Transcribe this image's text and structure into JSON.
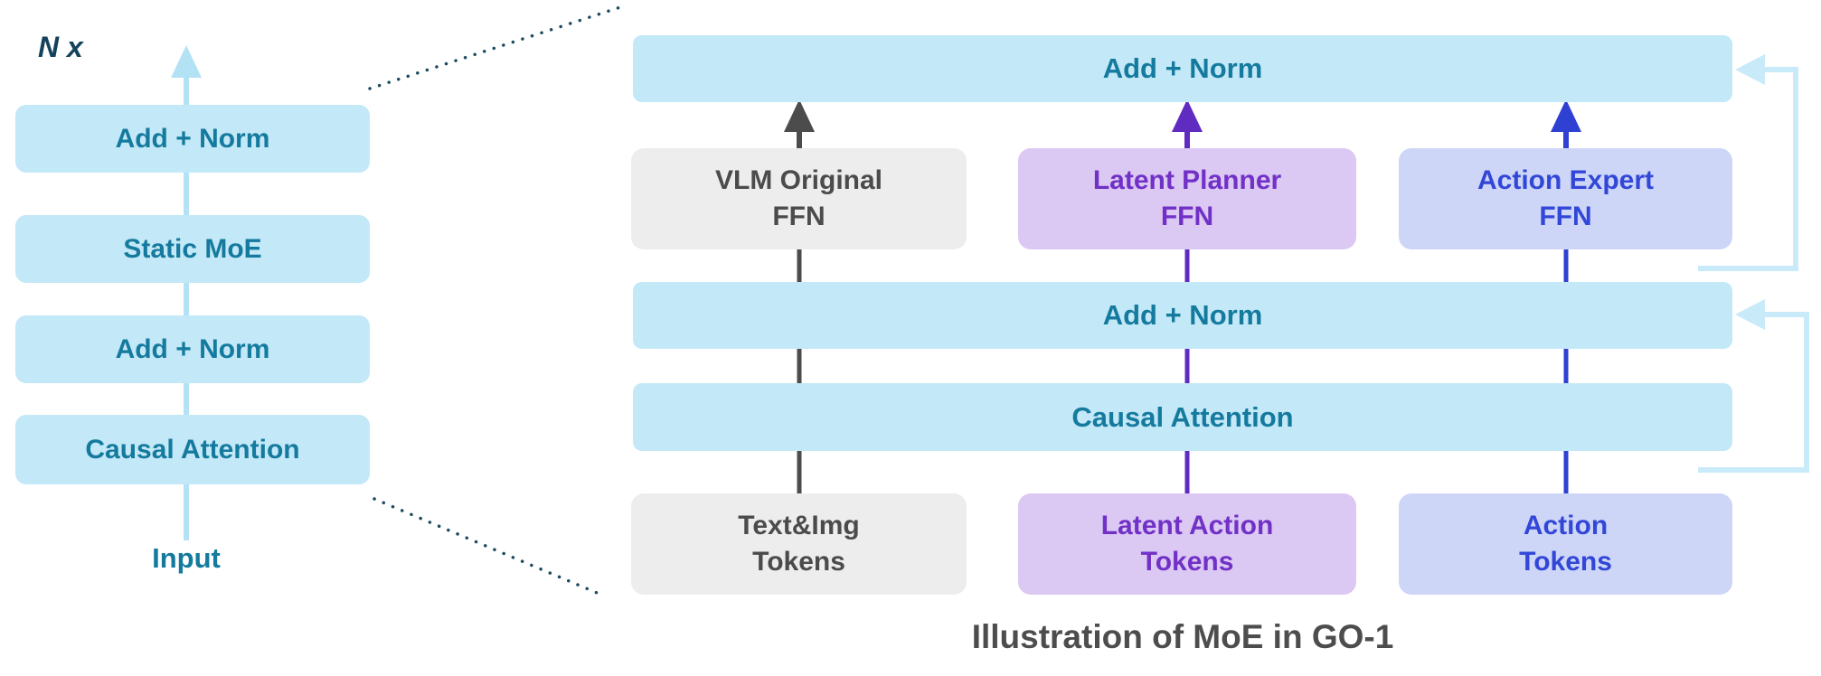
{
  "figure": {
    "caption": "Illustration of MoE in GO-1"
  },
  "left_stack": {
    "repeat_label": "N x",
    "blocks": [
      {
        "label": "Add + Norm"
      },
      {
        "label": "Static MoE"
      },
      {
        "label": "Add + Norm"
      },
      {
        "label": "Causal Attention"
      }
    ],
    "input_label": "Input"
  },
  "moe_detail": {
    "top_add_norm": "Add + Norm",
    "mid_add_norm": "Add + Norm",
    "causal_attention": "Causal Attention",
    "experts": [
      {
        "id": "vlm-original-ffn",
        "line1": "VLM Original",
        "line2": "FFN"
      },
      {
        "id": "latent-planner-ffn",
        "line1": "Latent Planner",
        "line2": "FFN"
      },
      {
        "id": "action-expert-ffn",
        "line1": "Action Expert",
        "line2": "FFN"
      }
    ],
    "tokens": [
      {
        "id": "text-img-tokens",
        "line1": "Text&Img",
        "line2": "Tokens"
      },
      {
        "id": "latent-action-tokens",
        "line1": "Latent Action",
        "line2": "Tokens"
      },
      {
        "id": "action-tokens",
        "line1": "Action",
        "line2": "Tokens"
      }
    ]
  },
  "colors": {
    "block_fill": "#c3e8f7",
    "block_text": "#147a9e",
    "vlm_fill": "#ededed",
    "vlm_text": "#4b4b4b",
    "vlm_line": "#4c4c4c",
    "planner_fill": "#dbc8f3",
    "planner_text": "#7130c6",
    "planner_line": "#5f2bc0",
    "action_fill": "#ced6f7",
    "action_text": "#3247d7",
    "action_line": "#2e41d3",
    "residual_arrow": "#c8eaf9",
    "input_arrow": "#b4e2f5",
    "dotted_line": "#1b4a61",
    "caption_text": "#4d4d4d"
  }
}
